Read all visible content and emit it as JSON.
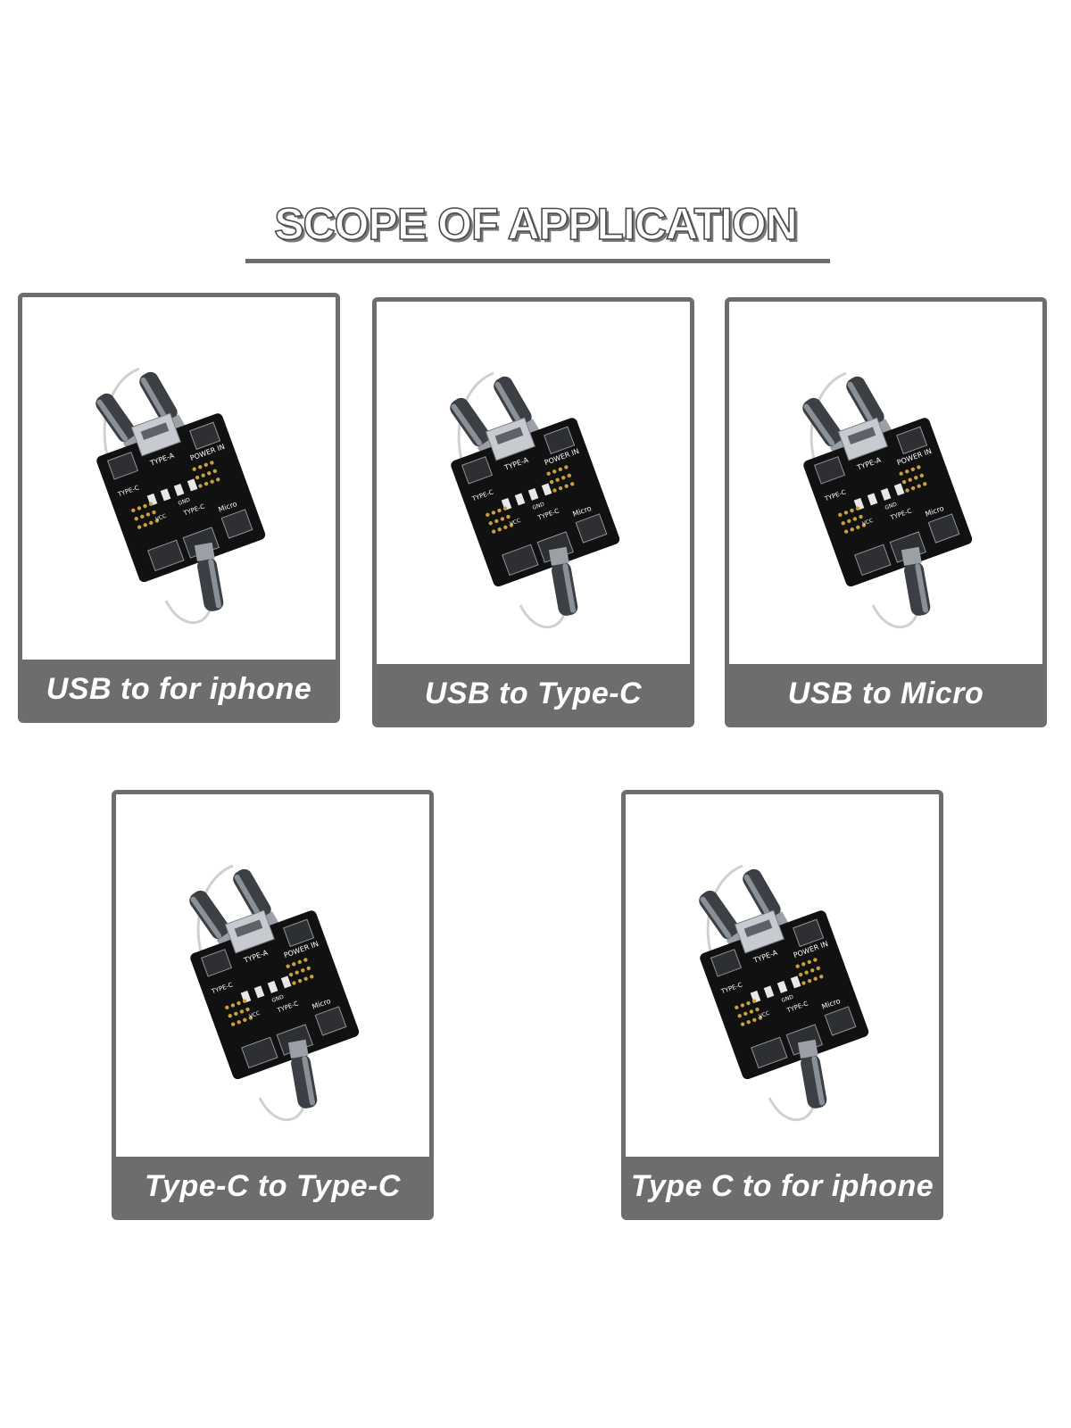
{
  "heading": "SCOPE OF APPLICATION",
  "board_labels": {
    "type_a": "TYPE-A",
    "power_in": "POWER IN",
    "type_c": "TYPE-C",
    "micro": "Micro",
    "vcc": "VCC",
    "gnd": "GND"
  },
  "cards": [
    {
      "caption": "USB to for iphone"
    },
    {
      "caption": "USB to Type-C"
    },
    {
      "caption": "USB to Micro"
    },
    {
      "caption": "Type-C to Type-C"
    },
    {
      "caption": "Type C to for iphone"
    }
  ],
  "colors": {
    "frame": "#6f6c6d",
    "board": "#111111",
    "connector": "#9aa0a6"
  }
}
